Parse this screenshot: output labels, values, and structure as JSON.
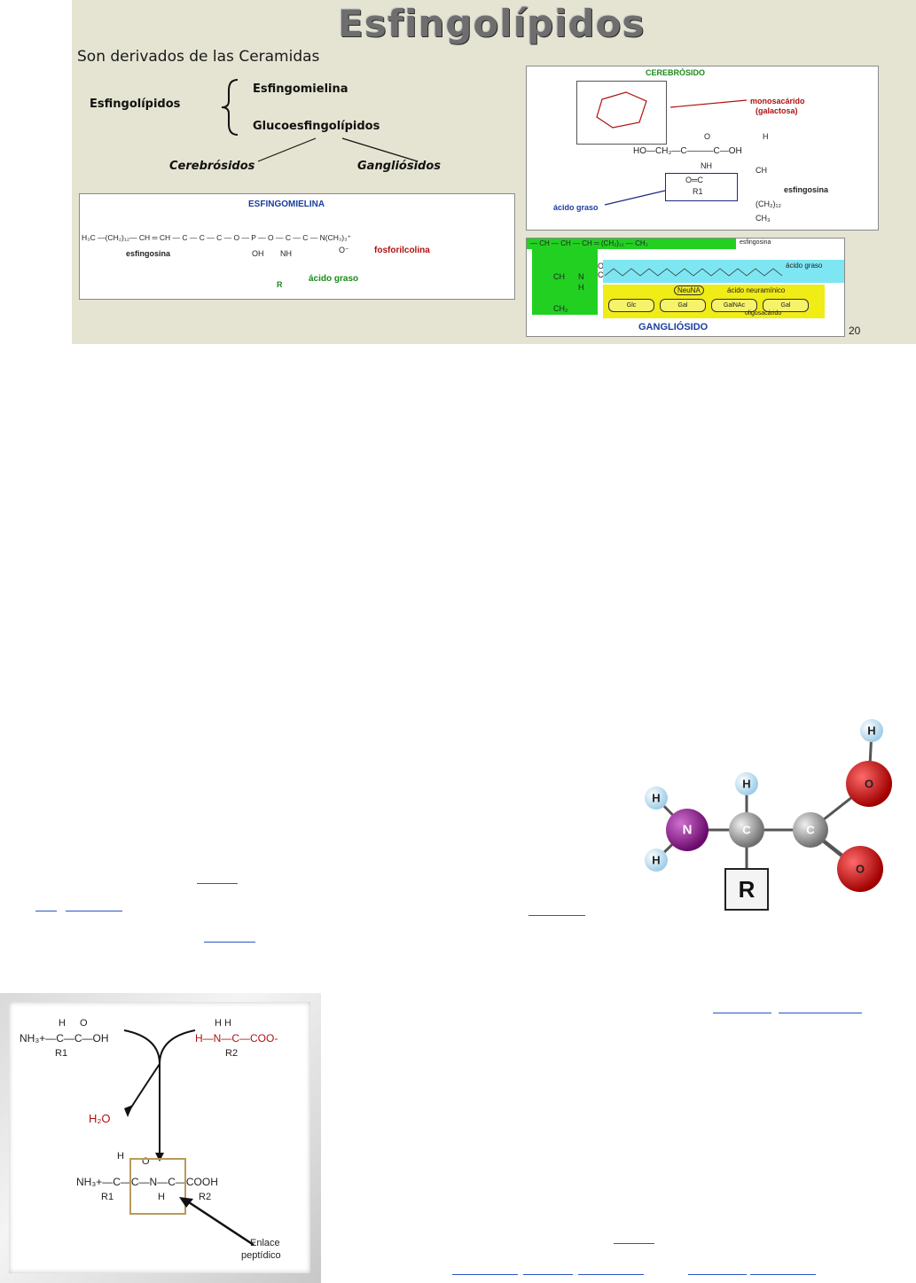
{
  "slide": {
    "title": "Esfingolípidos",
    "subtitle": "Son derivados de las Ceramidas",
    "tree": {
      "root": "Esfingolípidos",
      "branch_a": "Esfingomielina",
      "branch_b": "Glucoesfingolípidos",
      "leaf_a": "Cerebrósidos",
      "leaf_b": "Gangliósidos"
    },
    "esfingomielina": {
      "title": "ESFINGOMIELINA",
      "chain": "H₃C —(CH₂)₁₂— CH ═ CH — C — C — C — O — P — O — C — C — N(CH₃)₃⁺",
      "esfingosina": "esfingosina",
      "fosforilcolina": "fosforilcolina",
      "acido": "ácido graso",
      "oh": "OH",
      "nh": "NH",
      "r": "R",
      "o_minus": "O⁻"
    },
    "cerebrosido": {
      "title": "CEREBRÓSIDO",
      "mono": "monosacárido",
      "galactosa": "(galactosa)",
      "row": "HO—CH₂—C———C—OH",
      "nh": "NH",
      "oc": "O═C",
      "r1": "R1",
      "acido": "ácido graso",
      "esfingosina": "esfingosina",
      "ch": "CH",
      "ch2": "(CH₂)₁₂",
      "ch3": "CH₃",
      "h": "H",
      "o": "O"
    },
    "gangliosido": {
      "title": "GANGLIÓSIDO",
      "top_chain": "— CH — CH — CH ═ (CH₂)₁₂ — CH₃",
      "esfingosina": "esfingosina",
      "acido": "ácido graso",
      "neuna": "NeuNA",
      "neuraminico": "ácido neuramínico",
      "oligo": "oligosacárido",
      "sugars": [
        "Glc",
        "Gal",
        "GalNAc",
        "Gal"
      ],
      "ch": "CH",
      "ch2": "CH₂",
      "n": "N",
      "h": "H",
      "c": "C",
      "o": "O"
    },
    "page_number": "20"
  },
  "amino": {
    "atoms": {
      "h_top": "H",
      "o_top": "O",
      "h_c": "H",
      "h_n1": "H",
      "n": "N",
      "c1": "C",
      "c2": "C",
      "o_bottom": "O",
      "h_n2": "H",
      "r": "R"
    }
  },
  "peptide": {
    "reactant1": "NH₃+—C—C—OH",
    "reactant1_h": "H",
    "reactant1_o": "O",
    "reactant1_r": "R1",
    "reactant2": "H—N—C—COO-",
    "reactant2_h": "H  H",
    "reactant2_r": "R2",
    "water": "H₂O",
    "product": "NH₃+—C—C—N—C—COOH",
    "product_h": "H",
    "product_o": "O",
    "product_r1": "R1",
    "product_r2": "R2",
    "product_nh": "H",
    "label_line1": "Enlace",
    "label_line2": "peptídico"
  },
  "colors": {
    "slide_bg": "#e5e4d2",
    "link": "#2b54c8",
    "nitrogen": "#8b1a8b",
    "oxygen": "#d01010",
    "carbon": "#8c8c8c",
    "hydrogen": "#bfe0f5"
  }
}
